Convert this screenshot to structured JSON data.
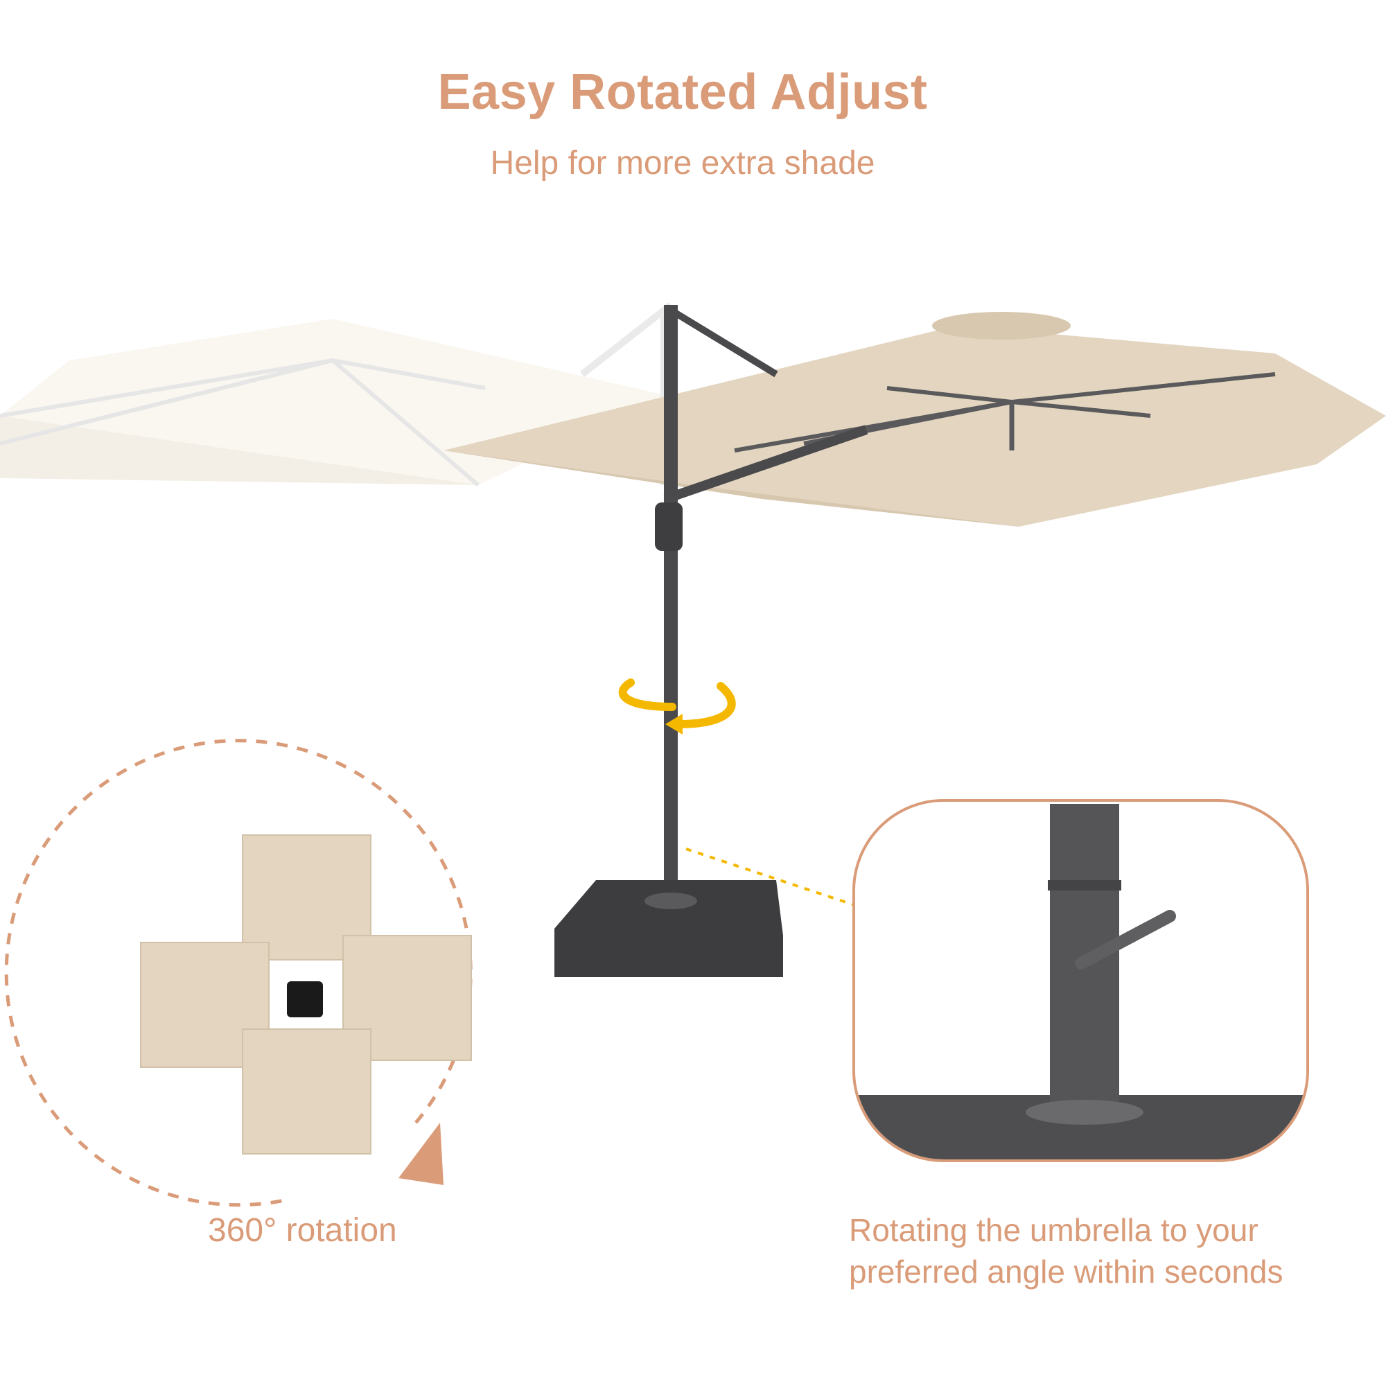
{
  "header": {
    "title": "Easy Rotated Adjust",
    "subtitle": "Help for more extra shade"
  },
  "features": {
    "rotation_caption": "360° rotation",
    "detail_caption_line1": "Rotating the umbrella to your",
    "detail_caption_line2": "preferred angle within seconds"
  },
  "colors": {
    "accent": "#DA9B78",
    "canopy": "#E2D3BE",
    "frame": "#4A4A4C",
    "rotate_arrow": "#F5B800"
  },
  "icons": [
    "rotate-arrow-icon",
    "dashed-circle-arrow-icon"
  ]
}
